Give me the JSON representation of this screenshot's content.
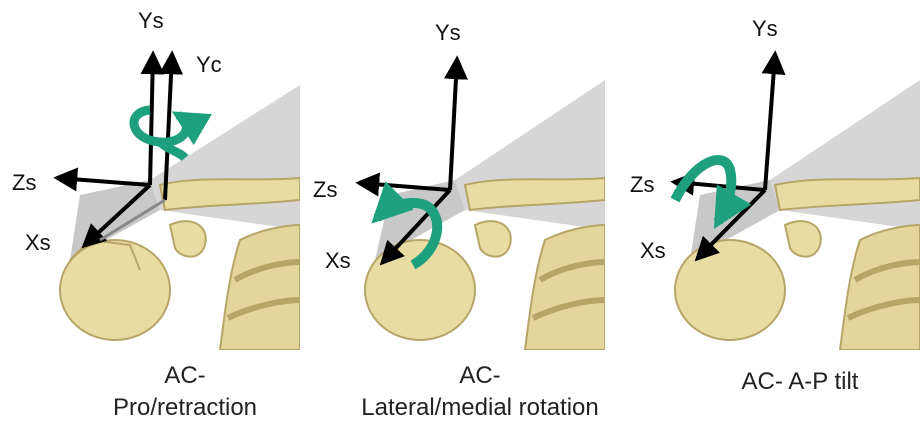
{
  "panels": [
    {
      "caption_line1": "AC-",
      "caption_line2": "Pro/retraction",
      "axes": {
        "y": "Ys",
        "y2": "Yc",
        "z": "Zs",
        "x": "Xs"
      }
    },
    {
      "caption_line1": "AC-",
      "caption_line2": "Lateral/medial rotation",
      "axes": {
        "y": "Ys",
        "z": "Zs",
        "x": "Xs"
      }
    },
    {
      "caption_line1": "AC- A-P tilt",
      "caption_line2": "",
      "axes": {
        "y": "Ys",
        "z": "Zs",
        "x": "Xs"
      }
    }
  ],
  "colors": {
    "bone": "#e9dca2",
    "bone_shadow": "#b7a467",
    "scapula": "#cfcfcf",
    "axis": "#000000",
    "rotation_arrow": "#1fa07c"
  }
}
